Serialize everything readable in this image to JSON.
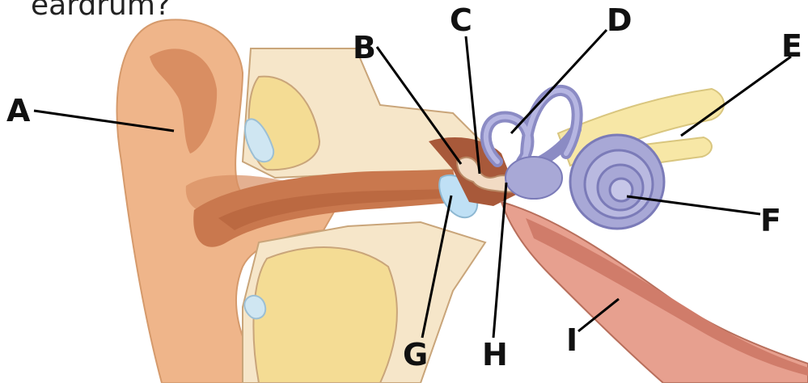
{
  "question_fragment": "eardrum?",
  "labels": {
    "A": "A",
    "B": "B",
    "C": "C",
    "D": "D",
    "E": "E",
    "F": "F",
    "G": "G",
    "H": "H",
    "I": "I"
  },
  "colors": {
    "skin": "#EFB58A",
    "skin_dark": "#D98E62",
    "canal": "#C9784E",
    "bone": "#F6E6C9",
    "cartilage": "#F4DC94",
    "inner_ear": "#A8A8D6",
    "nerve": "#F7E7A6",
    "eardrum": "#BFE0F5",
    "tube": "#E7A08F"
  }
}
